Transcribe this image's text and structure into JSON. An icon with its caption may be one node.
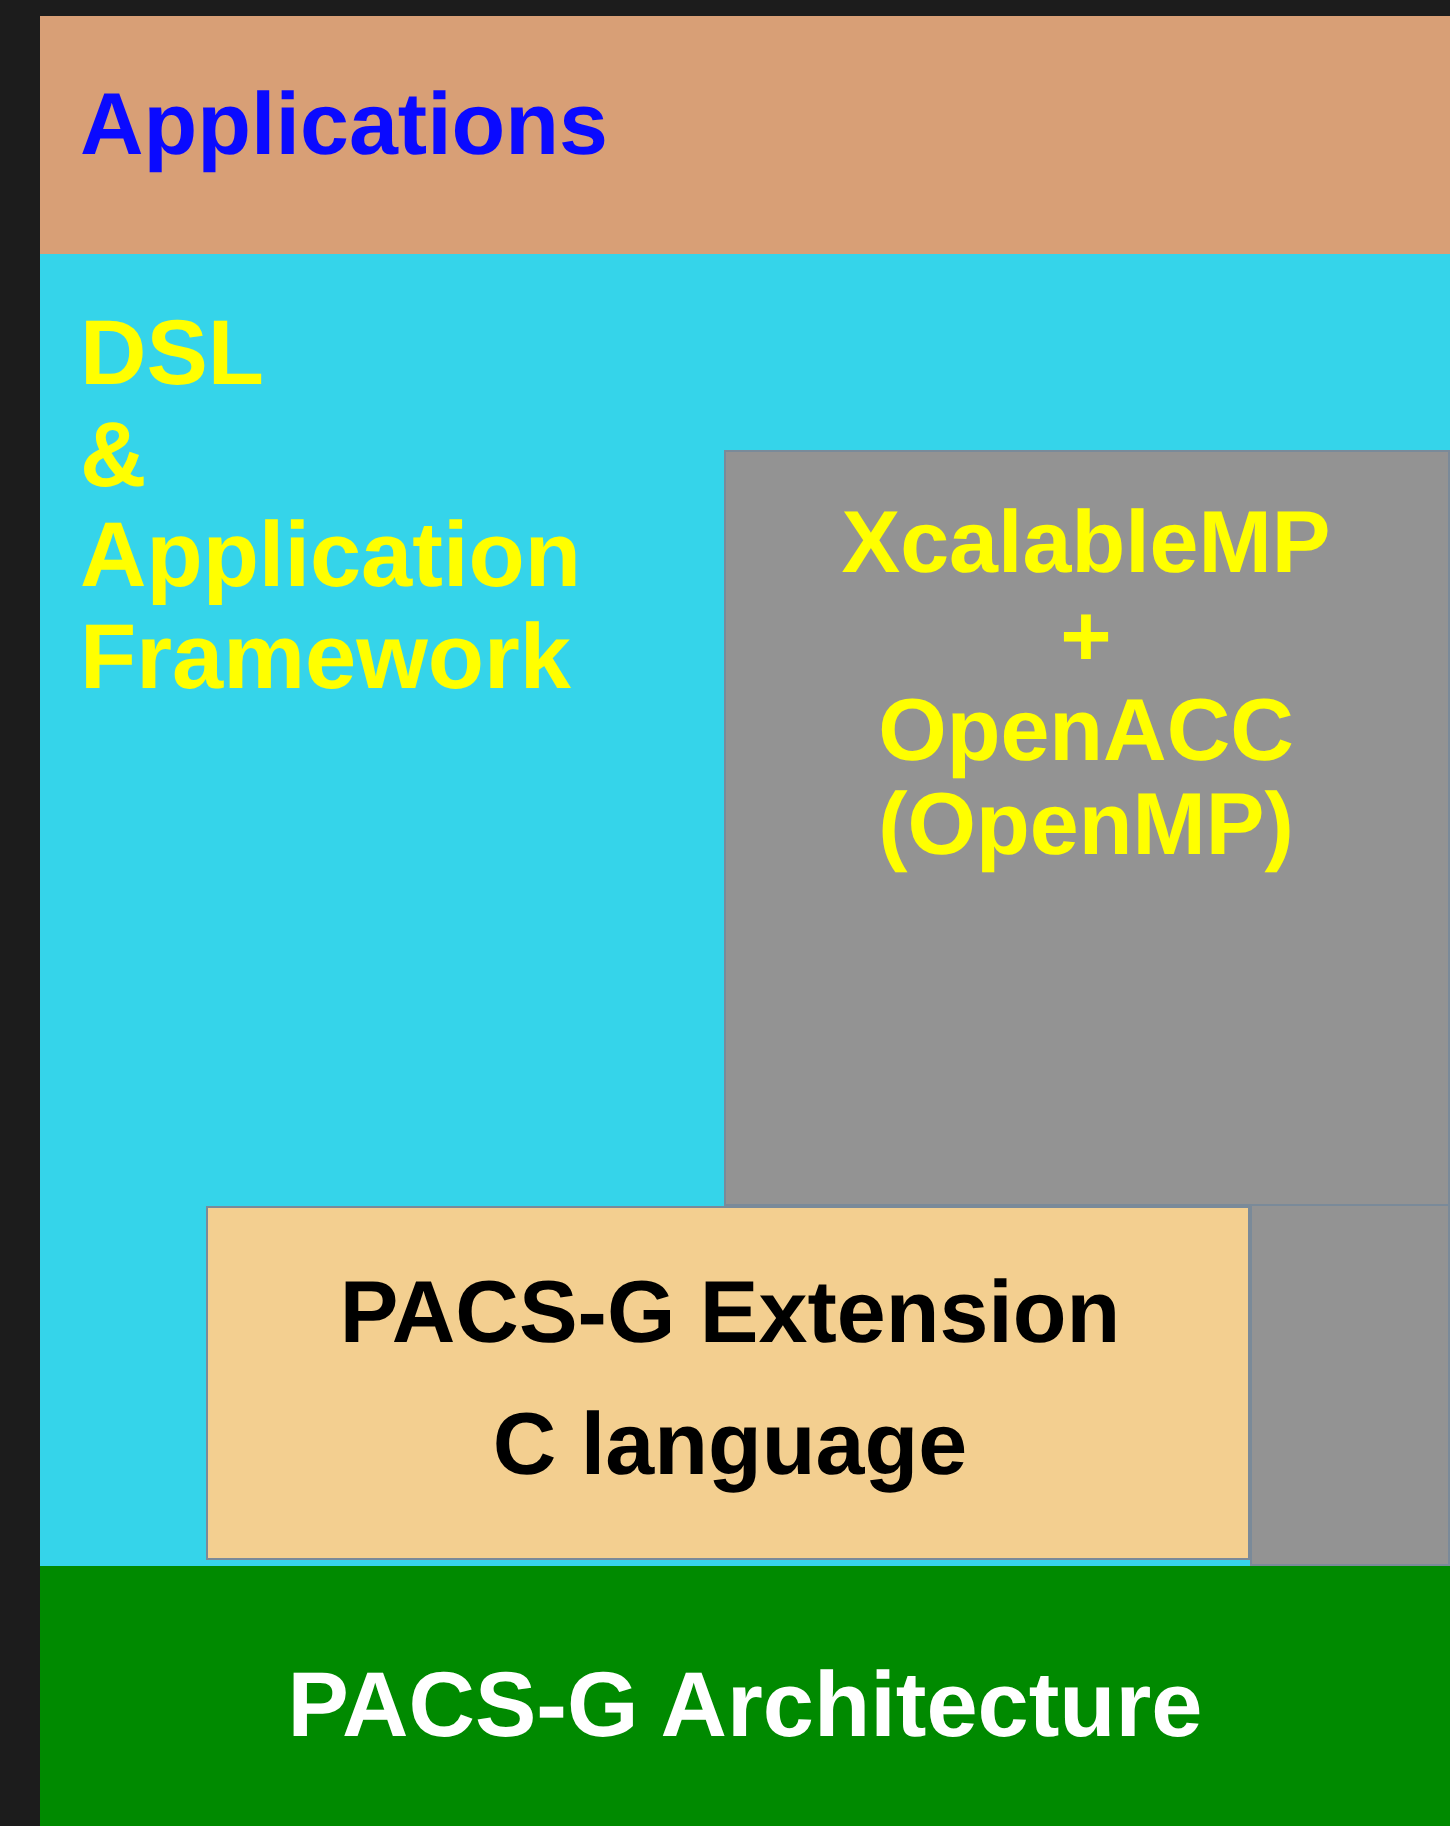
{
  "diagram": {
    "nodes": [
      {
        "text": [
          "Applications"
        ]
      },
      {
        "text": [
          "DSL & Application Framework"
        ]
      },
      {
        "text": [
          "XcalableMP + OpenACC (OpenMP)"
        ],
        "in": 1
      },
      {
        "text": [
          "PACS-G Extension C language"
        ],
        "in": 1
      },
      {
        "text": [
          "PACS-G Architecture"
        ]
      }
    ]
  }
}
